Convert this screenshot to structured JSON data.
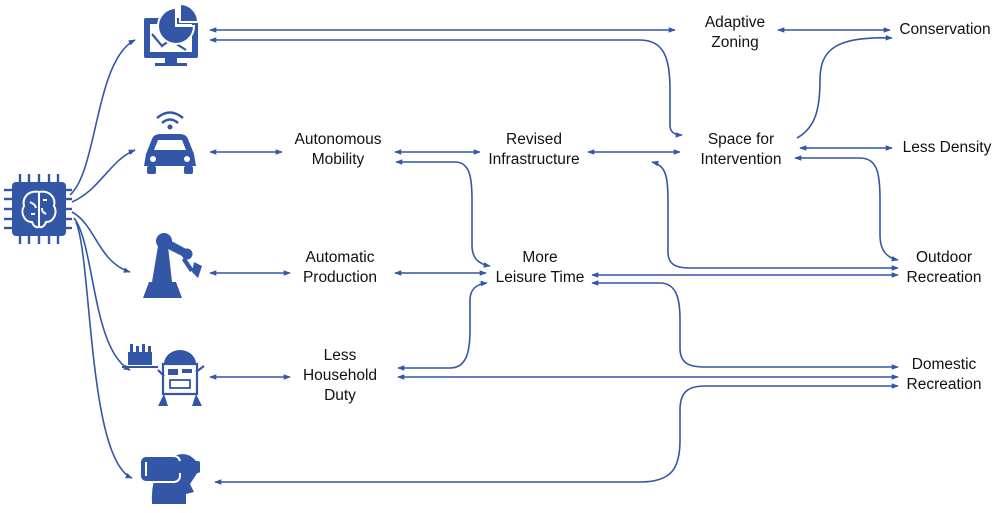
{
  "colors": {
    "accent": "#3357a6",
    "text": "#111111",
    "background": "#ffffff"
  },
  "icons": {
    "ai": "ai-chip-brain-icon",
    "monitor": "computer-monitor-chart-icon",
    "car": "connected-car-icon",
    "robot_arm": "robot-arm-icon",
    "household_robot": "household-robot-icon",
    "vr": "vr-headset-icon"
  },
  "nodes": {
    "adaptive_zoning": [
      "Adaptive",
      "Zoning"
    ],
    "conservation": [
      "Conservation"
    ],
    "autonomous_mobility": [
      "Autonomous",
      "Mobility"
    ],
    "revised_infrastructure": [
      "Revised",
      "Infrastructure"
    ],
    "space_for_intervention": [
      "Space for",
      "Intervention"
    ],
    "less_density": [
      "Less Density"
    ],
    "automatic_production": [
      "Automatic",
      "Production"
    ],
    "more_leisure_time": [
      "More",
      "Leisure Time"
    ],
    "outdoor_recreation": [
      "Outdoor",
      "Recreation"
    ],
    "less_household_duty": [
      "Less",
      "Household",
      "Duty"
    ],
    "domestic_recreation": [
      "Domestic",
      "Recreation"
    ]
  }
}
